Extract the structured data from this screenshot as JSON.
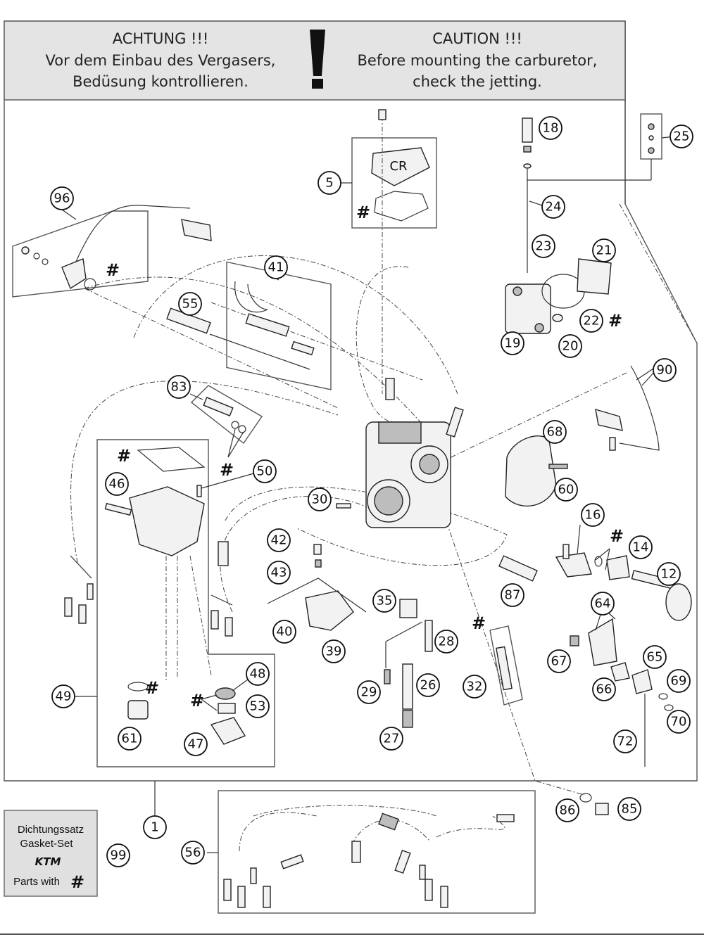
{
  "warning": {
    "de_title": "ACHTUNG !!!",
    "de_line1": "Vor dem Einbau des Vergasers,",
    "de_line2": "Bedüsung kontrollieren.",
    "en_title": "CAUTION !!!",
    "en_line1": "Before mounting the carburetor,",
    "en_line2": "check the jetting.",
    "icon": "exclamation-icon"
  },
  "gasket_box": {
    "line1": "Dichtungssatz",
    "line2": "Gasket-Set",
    "brand": "KTM",
    "line3": "Parts with",
    "symbol": "#"
  },
  "hash_symbol": "#",
  "top_cover_label": "CR",
  "callouts": {
    "c1": "1",
    "c5": "5",
    "c12": "12",
    "c14": "14",
    "c16": "16",
    "c18": "18",
    "c19": "19",
    "c20": "20",
    "c21": "21",
    "c22": "22",
    "c23": "23",
    "c24": "24",
    "c25": "25",
    "c26": "26",
    "c27": "27",
    "c28": "28",
    "c29": "29",
    "c30": "30",
    "c32": "32",
    "c35": "35",
    "c39": "39",
    "c40": "40",
    "c41": "41",
    "c42": "42",
    "c43": "43",
    "c46": "46",
    "c47": "47",
    "c48": "48",
    "c49": "49",
    "c50": "50",
    "c53": "53",
    "c55": "55",
    "c56": "56",
    "c60": "60",
    "c61": "61",
    "c64": "64",
    "c65": "65",
    "c66": "66",
    "c67": "67",
    "c68": "68",
    "c69": "69",
    "c70": "70",
    "c72": "72",
    "c83": "83",
    "c85": "85",
    "c86": "86",
    "c87": "87",
    "c90": "90",
    "c96": "96",
    "c99": "99"
  }
}
